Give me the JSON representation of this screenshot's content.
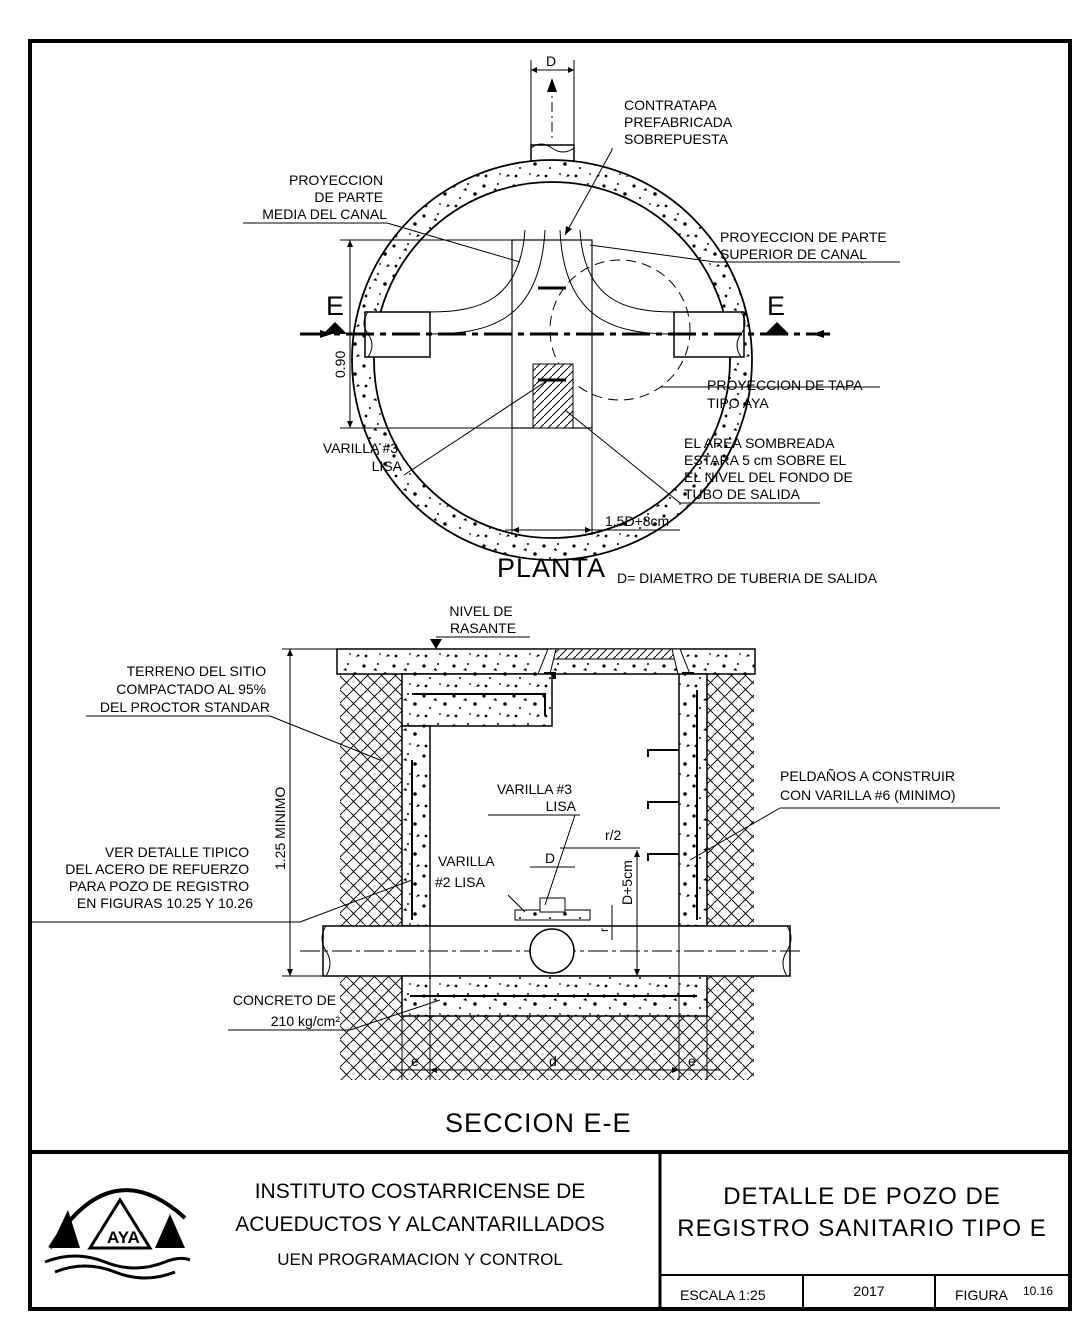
{
  "plan": {
    "dim_d": "D",
    "contratapa": [
      "CONTRATAPA",
      "PREFABRICADA",
      "SOBREPUESTA"
    ],
    "proy_media": [
      "PROYECCION",
      "DE PARTE",
      "MEDIA DEL CANAL"
    ],
    "proy_superior": [
      "PROYECCION DE PARTE",
      "SUPERIOR DE CANAL"
    ],
    "section_mark": "E",
    "dim_090": "0.90",
    "proy_tapa": [
      "PROYECCION DE TAPA",
      "TIPO AYA"
    ],
    "area_sombreada": [
      "EL AREA SOMBREADA",
      "ESTARA 5 cm SOBRE EL",
      "EL NIVEL DEL FONDO DE",
      "TUBO DE SALIDA"
    ],
    "varilla3": [
      "VARILLA #3",
      "LISA"
    ],
    "dim_15d": "1.5D+8cm",
    "title": "PLANTA",
    "note": "D= DIAMETRO DE TUBERIA DE SALIDA"
  },
  "section": {
    "nivel": [
      "NIVEL DE",
      "RASANTE"
    ],
    "terreno": [
      "TERRENO DEL SITIO",
      "COMPACTADO AL 95%",
      "DEL PROCTOR STANDAR"
    ],
    "dim_125": "1.25 MINIMO",
    "ver_detalle": [
      "VER DETALLE TIPICO",
      "DEL ACERO DE REFUERZO",
      "PARA POZO DE REGISTRO",
      "EN FIGURAS 10.25 Y 10.26"
    ],
    "varilla3": [
      "VARILLA #3",
      "LISA"
    ],
    "r2": "r/2",
    "dim_d": "D",
    "d5cm": "D+5cm",
    "varilla2": [
      "VARILLA",
      "#2 LISA"
    ],
    "r": "r",
    "peldanos": [
      "PELDAÑOS A CONSTRUIR",
      "CON VARILLA #6 (MINIMO)"
    ],
    "concreto": [
      "CONCRETO DE",
      "210 kg/cm²"
    ],
    "dim_e": "e",
    "dim_dd": "d",
    "title": "SECCION E-E"
  },
  "title_block": {
    "logo": "AYA",
    "inst1": "INSTITUTO COSTARRICENSE DE",
    "inst2": "ACUEDUCTOS Y ALCANTARILLADOS",
    "inst3": "UEN PROGRAMACION Y CONTROL",
    "title1": "DETALLE DE POZO DE",
    "title2": "REGISTRO SANITARIO TIPO E",
    "escala": "ESCALA 1:25",
    "year": "2017",
    "figura_label": "FIGURA",
    "figura_num": "10.16"
  }
}
